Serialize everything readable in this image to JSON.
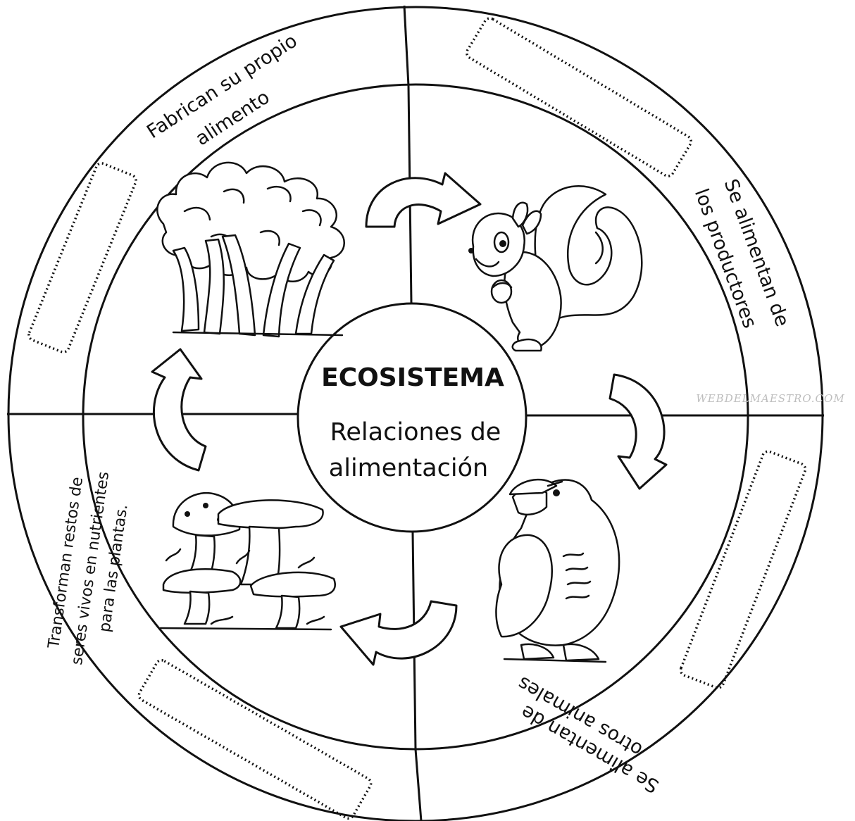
{
  "center": {
    "title": "ECOSISTEMA",
    "subtitle_line1": "Relaciones de",
    "subtitle_line2": "alimentación"
  },
  "ring_labels": {
    "producers_line1": "Fabrican su propio",
    "producers_line2": "alimento",
    "primary_consumers_line1": "Se alimentan de",
    "primary_consumers_line2": "los productores",
    "secondary_consumers_line1": "Se alimentan de",
    "secondary_consumers_line2": "otros animales",
    "decomposers_line1": "Transforman restos de",
    "decomposers_line2": "seres vivos en nutrientes",
    "decomposers_line3": "para las plantas."
  },
  "watermark": "WEBDELMAESTRO.COM",
  "illustrations": [
    "trees",
    "squirrel",
    "eagle",
    "mushrooms"
  ],
  "colors": {
    "ink": "#111111",
    "paper": "#ffffff",
    "watermark": "#bdbdbd"
  }
}
